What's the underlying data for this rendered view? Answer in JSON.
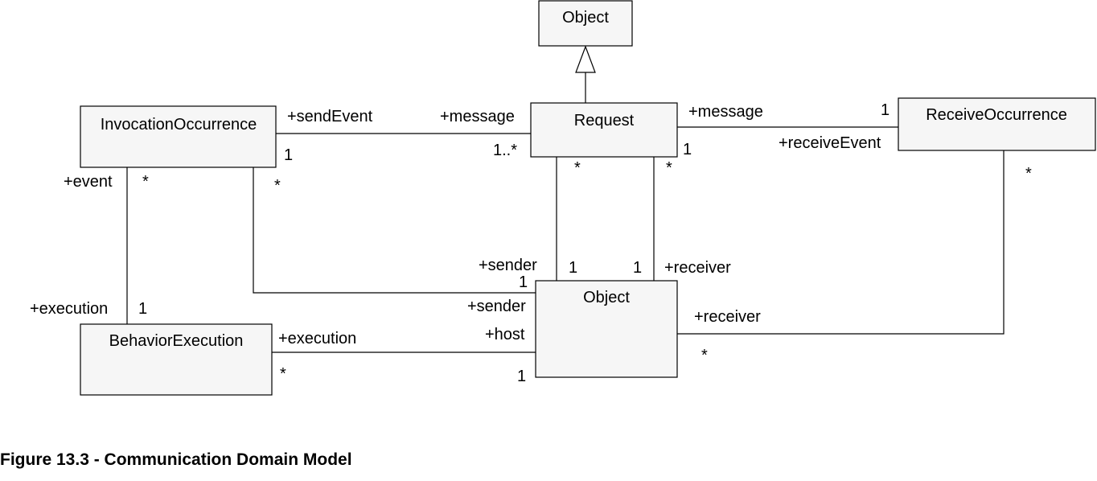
{
  "classes": {
    "object_top": "Object",
    "request": "Request",
    "invocation": "InvocationOccurrence",
    "receive": "ReceiveOccurrence",
    "behavior": "BehaviorExecution",
    "object_mid": "Object"
  },
  "roles": {
    "send_event": "+sendEvent",
    "message_left": "+message",
    "message_right": "+message",
    "receive_event": "+receiveEvent",
    "event": "+event",
    "execution_left": "+execution",
    "execution_behavior": "+execution",
    "sender_upper": "+sender",
    "sender_lower": "+sender",
    "host": "+host",
    "receiver_upper": "+receiver",
    "receiver_lower": "+receiver"
  },
  "multiplicities": {
    "inv_send": "1",
    "req_msg_left": "1..*",
    "req_msg_right": "1",
    "recv_msg": "1",
    "inv_star": "*",
    "inv_sender_star": "*",
    "req_sender_star": "*",
    "req_receiver_star": "*",
    "recv_star": "*",
    "sender_one": "1",
    "receiver_one": "1",
    "obj_sender_one": "1",
    "exec_one": "1",
    "behavior_star": "*",
    "host_one": "1",
    "obj_receiver_star": "*"
  },
  "caption": "Figure 13.3 - Communication Domain Model"
}
